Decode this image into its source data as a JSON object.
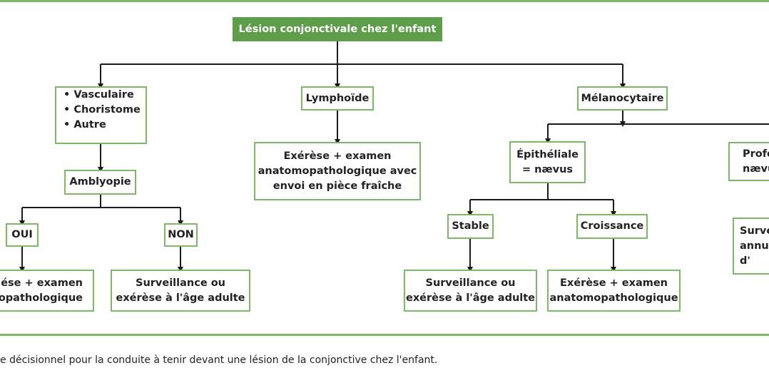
{
  "root": "Lésion conjonctivale chez l'enfant",
  "branches": {
    "vasculaire": {
      "items": [
        "• Vasculaire",
        "• Choristome",
        "• Autre"
      ],
      "amblyopie": "Amblyopie",
      "oui": "OUI",
      "non": "NON",
      "oui_result": "ése + examen\nnopathologique",
      "non_result": "Surveillance ou\nexérèse à l'âge adulte"
    },
    "lymphoide": {
      "label": "Lymphoïde",
      "result": "Exérèse + examen\nanatomopathologique avec\nenvoi en pièce fraîche"
    },
    "melanocytaire": {
      "label": "Mélanocytaire",
      "epitheliale": "Épithéliale\n= nævus",
      "stable": "Stable",
      "croissance": "Croissance",
      "stable_result": "Surveillance ou\nexérèse à l'âge adulte",
      "croissance_result": "Exérèse + examen\nanatomopathologique",
      "profonde": "Profo\nnævu",
      "profonde_result": "Surve\nannue\nd'"
    }
  },
  "caption": "e décisionnel pour la conduite à tenir devant une lésion de la conjonctive chez l'enfant.",
  "colors": {
    "border": "#7cb76a",
    "root_fill": "#5e9e4b",
    "line": "#1a1a1a"
  }
}
